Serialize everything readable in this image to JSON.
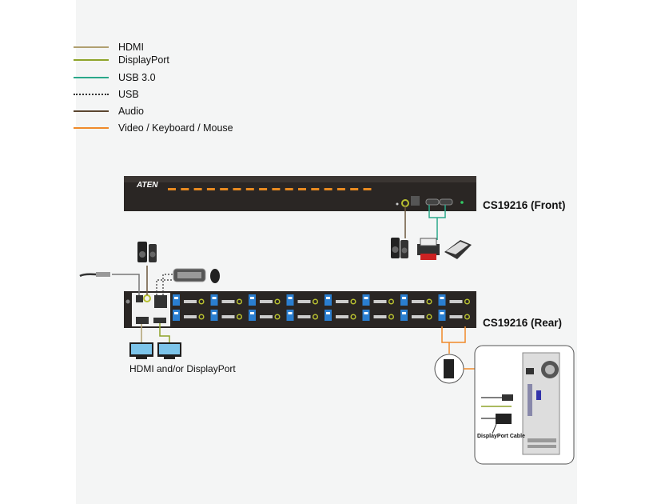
{
  "legend": [
    {
      "label": "HDMI",
      "color": "#b0a070",
      "style": "solid"
    },
    {
      "label": "DisplayPort",
      "color": "#8ea42a",
      "style": "solid"
    },
    {
      "label": "USB 3.0",
      "color": "#2aa88a",
      "style": "solid"
    },
    {
      "label": "USB",
      "color": "#333333",
      "style": "dotted"
    },
    {
      "label": "Audio",
      "color": "#5a4630",
      "style": "solid"
    },
    {
      "label": "Video / Keyboard / Mouse",
      "color": "#f08a2a",
      "style": "solid"
    }
  ],
  "front": {
    "logo": "ATEN",
    "label": "CS19216 (Front)",
    "led_count": 16
  },
  "rear": {
    "label": "CS19216 (Rear)",
    "port_groups": 8
  },
  "monitors_label": "HDMI and/or DisplayPort",
  "computer": {
    "cable_label": "DisplayPort Cable"
  }
}
